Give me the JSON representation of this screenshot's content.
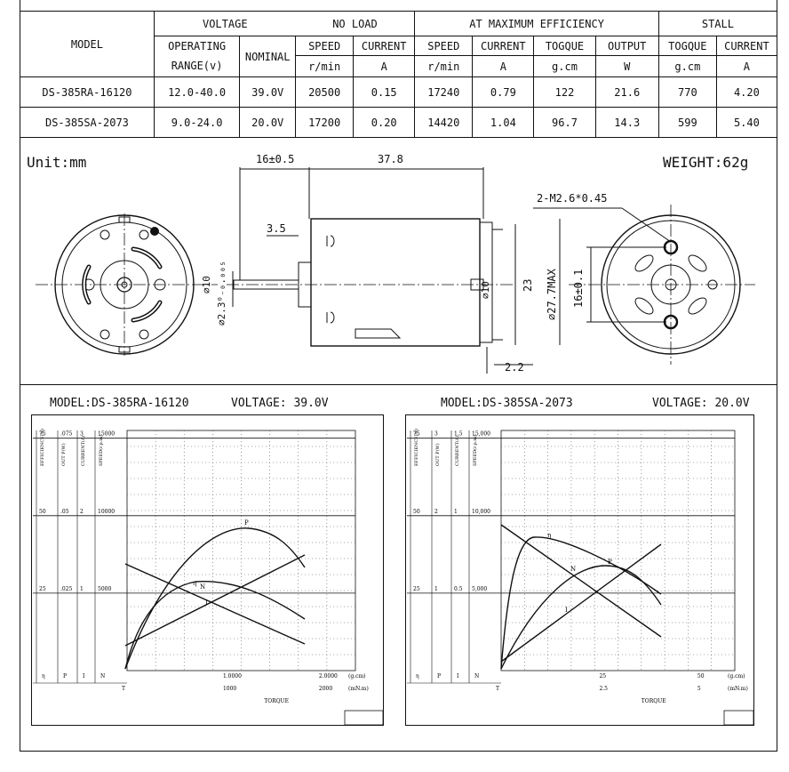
{
  "table": {
    "header": {
      "model": "MODEL",
      "voltage": "VOLTAGE",
      "no_load": "NO LOAD",
      "at_max_eff": "AT MAXIMUM EFFICIENCY",
      "stall": "STALL",
      "operating_range_1": "OPERATING",
      "operating_range_2": "RANGE(v)",
      "nominal": "NOMINAL",
      "speed": "SPEED",
      "current": "CURRENT",
      "torque": "TOGQUE",
      "output": "OUTPUT",
      "unit_speed": "r/min",
      "unit_current": "A",
      "unit_torque": "g.cm",
      "unit_output": "W"
    },
    "rows": [
      {
        "model": "DS-385RA-16120",
        "range": "12.0-40.0",
        "nominal": "39.0V",
        "nl_speed": "20500",
        "nl_current": "0.15",
        "me_speed": "17240",
        "me_current": "0.79",
        "me_torque": "122",
        "me_output": "21.6",
        "st_torque": "770",
        "st_current": "4.20"
      },
      {
        "model": "DS-385SA-2073",
        "range": "9.0-24.0",
        "nominal": "20.0V",
        "nl_speed": "17200",
        "nl_current": "0.20",
        "me_speed": "14420",
        "me_current": "1.04",
        "me_torque": "96.7",
        "me_output": "14.3",
        "st_torque": "599",
        "st_current": "5.40"
      }
    ]
  },
  "drawing": {
    "unit": "Unit:mm",
    "weight": "WEIGHT:62g",
    "dim_shaft_len": "16±0.5",
    "dim_body_len": "37.8",
    "dim_thread": "2-M2.6*0.45",
    "dim_35": "3.5",
    "dim_boss": "⌀10",
    "dim_shaft_dia": "⌀2.3⁰₋₀.₀₀₅",
    "dim_boss_rear": "⌀10",
    "dim_23": "23",
    "dim_body_dia": "⌀27.7MAX",
    "dim_hole_spacing": "16±0.1",
    "dim_22": "2.2"
  },
  "charts": [
    {
      "model_label": "MODEL:DS-385RA-16120",
      "voltage_label": "VOLTAGE: 39.0V",
      "axis_headers": [
        "EFFICIENCY(%)",
        "OUT P(W)",
        "CURRENT(A)",
        "SPEED(r.p.m)"
      ],
      "y_ticks": [
        {
          "eff": "75",
          "out": ".075",
          "cur": "3",
          "spd": "15000",
          "v": 15000
        },
        {
          "eff": "50",
          "out": ".05",
          "cur": "2",
          "spd": "10000",
          "v": 10000
        },
        {
          "eff": "25",
          "out": ".025",
          "cur": "1",
          "spd": "5000",
          "v": 5000
        }
      ],
      "foot_labels": [
        "η",
        "P",
        "I",
        "N"
      ],
      "x_top_labels": [
        "1.0000",
        "2.0000",
        "(g.cm)"
      ],
      "x_bot_labels": [
        "1000",
        "2000",
        "(mN.m)"
      ],
      "origin_label": "T",
      "torque_label": "TORQUE",
      "curve_labels": [
        "P",
        "η",
        "N",
        "I"
      ]
    },
    {
      "model_label": "MODEL:DS-385SA-2073",
      "voltage_label": "VOLTAGE: 20.0V",
      "axis_headers": [
        "EFFICIENCY(%)",
        "OUT P(W)",
        "CURRENT(A)",
        "SPEED(r.p.m)"
      ],
      "y_ticks": [
        {
          "eff": "75",
          "out": "3",
          "cur": "1.5",
          "spd": "15,000",
          "v": 15000
        },
        {
          "eff": "50",
          "out": "2",
          "cur": "1",
          "spd": "10,000",
          "v": 10000
        },
        {
          "eff": "25",
          "out": "1",
          "cur": "0.5",
          "spd": "5,000",
          "v": 5000
        }
      ],
      "foot_labels": [
        "η",
        "P",
        "I",
        "N"
      ],
      "x_top_labels": [
        "25",
        "50",
        "(g.cm)"
      ],
      "x_bot_labels": [
        "2.5",
        "5",
        "(mN.m)"
      ],
      "origin_label": "T",
      "torque_label": "TORQUE",
      "curve_labels": [
        "η",
        "P",
        "N",
        "I"
      ]
    }
  ]
}
